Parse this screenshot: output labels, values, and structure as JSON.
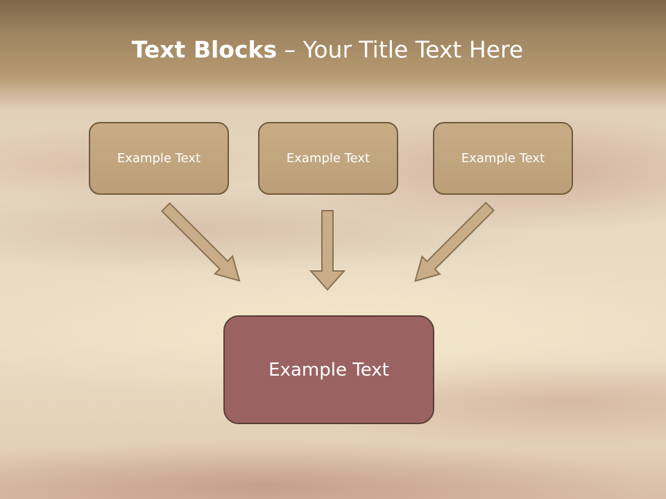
{
  "slide": {
    "title_bold": "Text Blocks",
    "title_rest": " – Your Title Text Here"
  },
  "boxes": {
    "top": [
      "Example Text",
      "Example Text",
      "Example Text"
    ],
    "bottom": "Example Text"
  },
  "colors": {
    "top_box_fill": "#c2a67f",
    "top_box_border": "#6f5a3b",
    "bottom_box_fill": "#9a6362",
    "bottom_box_border": "#5a3c36",
    "arrow_fill": "#c9ad88",
    "arrow_stroke": "#8a7152"
  },
  "icons": {
    "arrows": [
      "arrow-down-right-icon",
      "arrow-down-icon",
      "arrow-down-left-icon"
    ]
  }
}
